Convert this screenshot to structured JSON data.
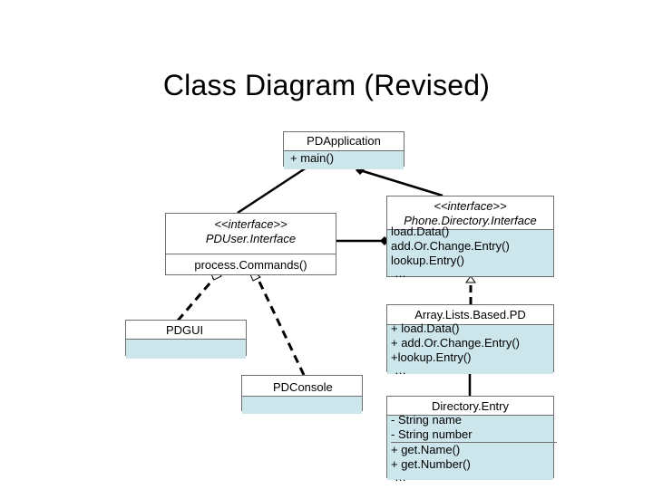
{
  "slide": {
    "title": "Class Diagram (Revised)"
  },
  "classes": {
    "pd_application": {
      "name": "PDApplication",
      "members": [
        "+ main()"
      ]
    },
    "pd_user_interface": {
      "stereotype": "<<interface>>",
      "name": "PDUser.Interface",
      "members": [
        "process.Commands()"
      ]
    },
    "phone_directory_interface": {
      "stereotype": "<<interface>>",
      "name": "Phone.Directory.Interface",
      "members": [
        "load.Data()",
        "add.Or.Change.Entry()",
        "lookup.Entry()",
        "…"
      ]
    },
    "array_lists_based_pd": {
      "name": "Array.Lists.Based.PD",
      "members": [
        "+ load.Data()",
        "+ add.Or.Change.Entry()",
        "+lookup.Entry()",
        "…"
      ]
    },
    "pdgui": {
      "name": "PDGUI"
    },
    "pd_console": {
      "name": "PDConsole"
    },
    "directory_entry": {
      "name": "Directory.Entry",
      "members": [
        "- String name",
        "- String number",
        "+ get.Name()",
        "+ get.Number()",
        "…"
      ]
    }
  },
  "colors": {
    "class_body_fill": "#cde6ec",
    "border": "#6f6f6f",
    "line": "#000000"
  }
}
